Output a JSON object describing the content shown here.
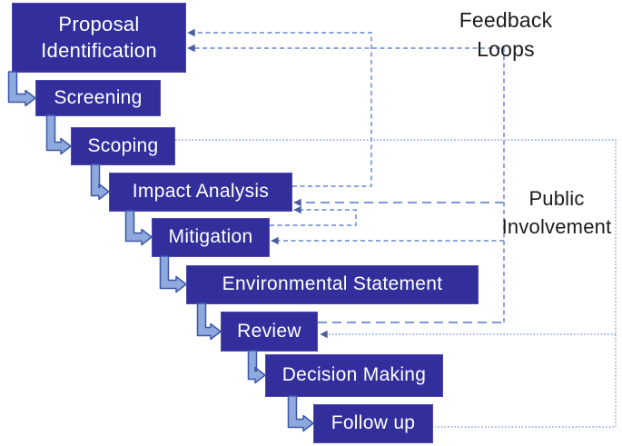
{
  "stages": [
    "Proposal Identification",
    "Screening",
    "Scoping",
    "Impact Analysis",
    "Mitigation",
    "Environmental Statement",
    "Review",
    "Decision Making",
    "Follow up"
  ],
  "annotations": {
    "feedback_loops": "Feedback Loops",
    "public_involvement": "Public Involvement"
  },
  "connections": {
    "main_flow": [
      "Proposal Identification → Screening",
      "Screening → Scoping",
      "Scoping → Impact Analysis",
      "Impact Analysis → Mitigation",
      "Mitigation → Environmental Statement",
      "Environmental Statement → Review",
      "Review → Decision Making",
      "Decision Making → Follow up"
    ],
    "feedback_loops": [
      {
        "from": "Impact Analysis",
        "to": "Proposal Identification"
      },
      {
        "from": "Review",
        "to": "Proposal Identification"
      },
      {
        "from": "Review",
        "to": "Impact Analysis"
      },
      {
        "from": "Review",
        "to": "Mitigation"
      },
      {
        "from": "Mitigation",
        "to": "Impact Analysis"
      }
    ],
    "public_involvement_touchpoints": [
      "Scoping",
      "Review",
      "Follow up"
    ]
  },
  "colors": {
    "box_fill": "#322F9D",
    "box_border": "#4D4AAC",
    "box_text": "#FFFFFF",
    "elbow_fill": "#8EA9DE",
    "elbow_border": "#3F56A5",
    "dashed_line": "#7C96D8",
    "dotted_line": "#8AA0DC",
    "arrowhead": "#4B5CA2",
    "label_text": "#1B1B1B",
    "background": "#FFFFFF"
  }
}
